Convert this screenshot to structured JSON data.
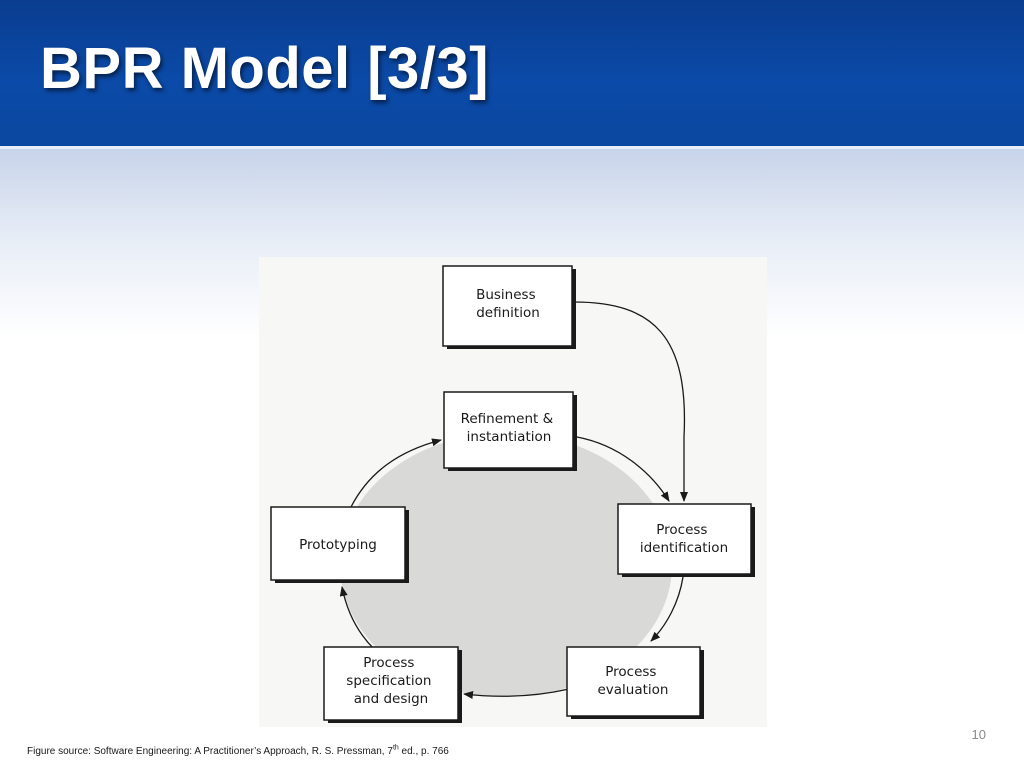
{
  "slide": {
    "title": "BPR Model [3/3]",
    "page_number": "10"
  },
  "diagram": {
    "nodes": [
      {
        "id": "business-definition",
        "lines": [
          "Business",
          "definition"
        ]
      },
      {
        "id": "process-identification",
        "lines": [
          "Process",
          "identification"
        ]
      },
      {
        "id": "process-evaluation",
        "lines": [
          "Process",
          "evaluation"
        ]
      },
      {
        "id": "process-specification",
        "lines": [
          "Process",
          "specification",
          "and design"
        ]
      },
      {
        "id": "prototyping",
        "lines": [
          "Prototyping"
        ]
      },
      {
        "id": "refinement",
        "lines": [
          "Refinement &",
          "instantiation"
        ]
      }
    ],
    "edges": [
      [
        "business-definition",
        "process-identification"
      ],
      [
        "process-identification",
        "process-evaluation"
      ],
      [
        "process-evaluation",
        "process-specification"
      ],
      [
        "process-specification",
        "prototyping"
      ],
      [
        "prototyping",
        "refinement"
      ],
      [
        "refinement",
        "process-identification"
      ]
    ],
    "colors": {
      "cycle_fill": "#d9d9d7",
      "stroke": "#1a1a1a",
      "box_fill": "#ffffff"
    }
  },
  "source": {
    "prefix": "Figure source: Software Engineering: A Practitioner’s Approach, R. S. Pressman, 7",
    "superscript": "th",
    "suffix": " ed., p. 766"
  }
}
